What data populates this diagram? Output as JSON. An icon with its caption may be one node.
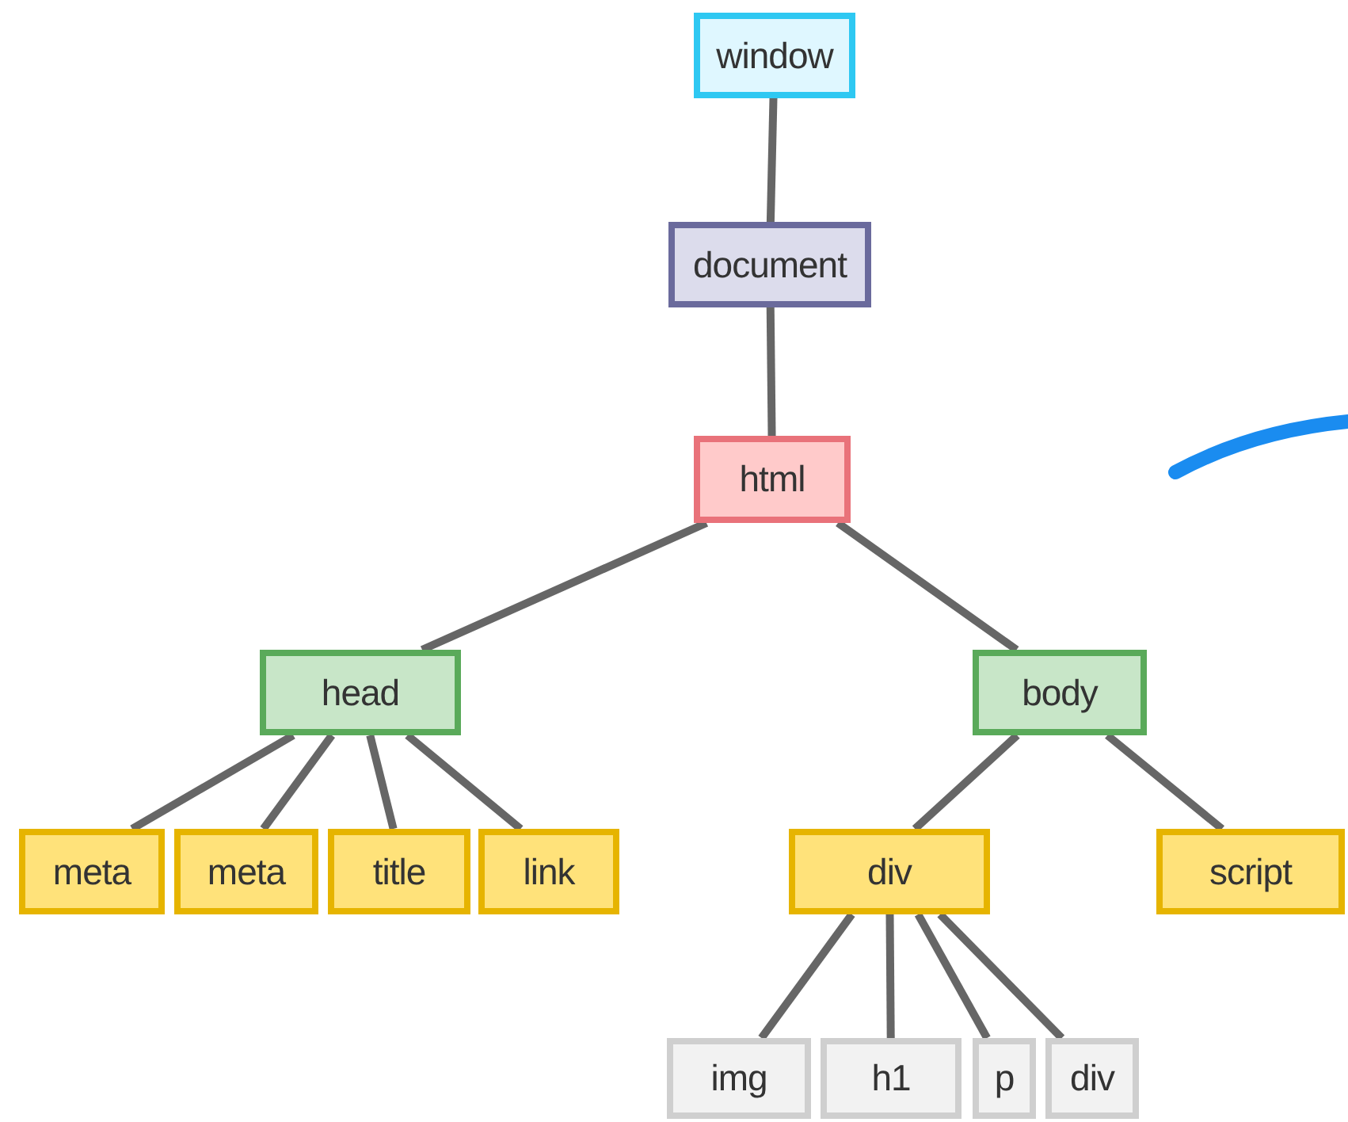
{
  "diagram": {
    "nodes": [
      {
        "text": [
          "window"
        ]
      },
      {
        "text": [
          "document"
        ]
      },
      {
        "text": [
          "html"
        ]
      },
      {
        "text": [
          "head"
        ]
      },
      {
        "text": [
          "body"
        ]
      },
      {
        "text": [
          "meta"
        ]
      },
      {
        "text": [
          "meta"
        ]
      },
      {
        "text": [
          "title"
        ]
      },
      {
        "text": [
          "link"
        ]
      },
      {
        "text": [
          "div"
        ]
      },
      {
        "text": [
          "script"
        ]
      },
      {
        "text": [
          "img"
        ]
      },
      {
        "text": [
          "h1"
        ]
      },
      {
        "text": [
          "p"
        ]
      },
      {
        "text": [
          "div"
        ]
      }
    ],
    "edges": [
      {
        "from": 0,
        "to": 1,
        "arrow": "none"
      },
      {
        "from": 1,
        "to": 2,
        "arrow": "none"
      },
      {
        "from": 2,
        "to": 3,
        "arrow": "none"
      },
      {
        "from": 2,
        "to": 4,
        "arrow": "none"
      },
      {
        "from": 3,
        "to": 5,
        "arrow": "none"
      },
      {
        "from": 3,
        "to": 6,
        "arrow": "none"
      },
      {
        "from": 3,
        "to": 7,
        "arrow": "none"
      },
      {
        "from": 3,
        "to": 8,
        "arrow": "none"
      },
      {
        "from": 4,
        "to": 9,
        "arrow": "none"
      },
      {
        "from": 4,
        "to": 10,
        "arrow": "none"
      },
      {
        "from": 9,
        "to": 11,
        "arrow": "none"
      },
      {
        "from": 9,
        "to": 12,
        "arrow": "none"
      },
      {
        "from": 9,
        "to": 13,
        "arrow": "none"
      },
      {
        "from": 9,
        "to": 14,
        "arrow": "none"
      }
    ]
  }
}
